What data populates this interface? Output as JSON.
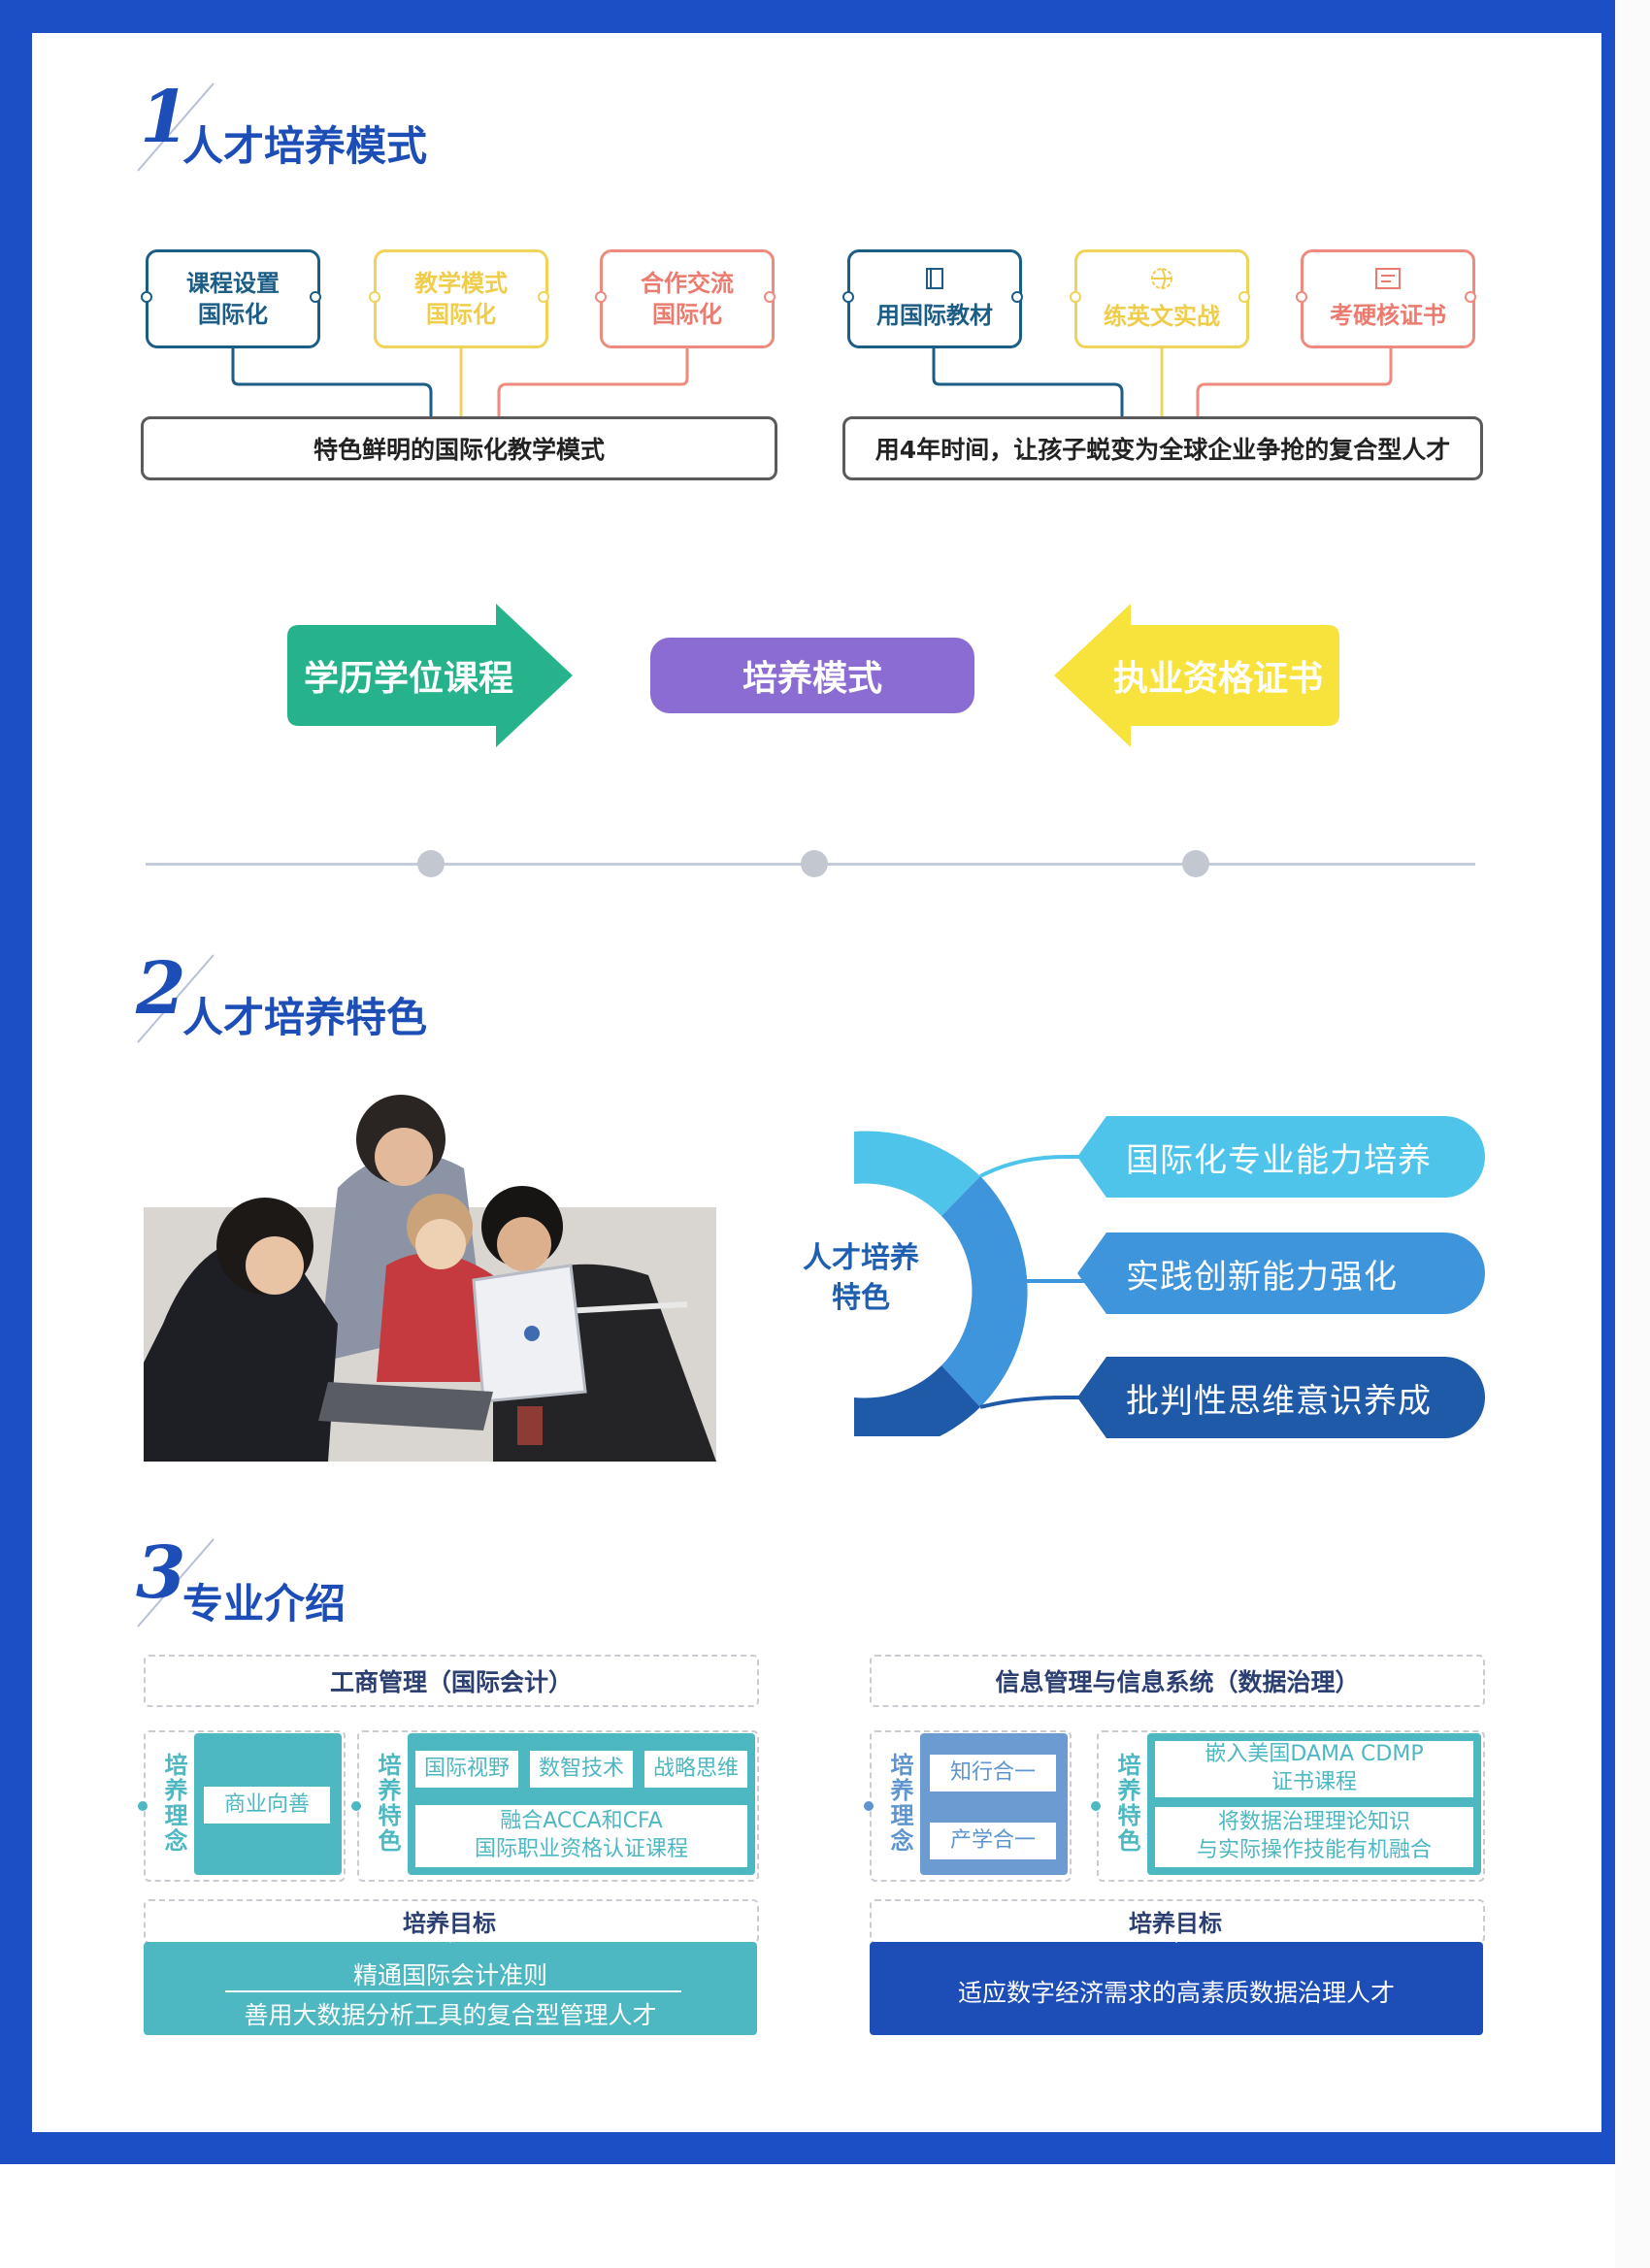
{
  "sections": [
    {
      "number": "1",
      "title": "人才培养模式"
    },
    {
      "number": "2",
      "title": "人才培养特色"
    },
    {
      "number": "3",
      "title": "专业介绍"
    }
  ],
  "model": {
    "left_boxes": [
      {
        "text": "课程设置\n国际化",
        "color": "#1c5d86"
      },
      {
        "text": "教学模式\n国际化",
        "color": "#f0d45a"
      },
      {
        "text": "合作交流\n国际化",
        "color": "#ef8a7e"
      }
    ],
    "right_boxes": [
      {
        "text": "用国际教材",
        "icon": "book-icon",
        "color": "#1c5d86"
      },
      {
        "text": "练英文实战",
        "icon": "globe-icon",
        "color": "#f0d45a"
      },
      {
        "text": "考硬核证书",
        "icon": "certificate-icon",
        "color": "#ef8a7e"
      }
    ],
    "left_summary": "特色鲜明的国际化教学模式",
    "right_summary": "用4年时间，让孩子蜕变为全球企业争抢的复合型人才",
    "arrows": {
      "left": "学历学位课程",
      "center": "培养模式",
      "right": "执业资格证书"
    },
    "colors": {
      "green": "#26b38b",
      "purple": "#8a6cd2",
      "yellow": "#f8e23c"
    }
  },
  "features": {
    "center_label": "人才培养\n特色",
    "items": [
      "国际化专业能力培养",
      "实践创新能力强化",
      "批判性思维意识养成"
    ],
    "colors": [
      "#4fc4ea",
      "#3f95dc",
      "#1e5aa8"
    ]
  },
  "programs": [
    {
      "name": "工商管理（国际会计）",
      "philosophy_label": "培养理念",
      "philosophy": [
        "商业向善"
      ],
      "traits_label": "培养特色",
      "traits_top": [
        "国际视野",
        "数智技术",
        "战略思维"
      ],
      "traits_bottom": "融合ACCA和CFA\n国际职业资格认证课程",
      "goal_label": "培养目标",
      "goal": [
        "精通国际会计准则",
        "善用大数据分析工具的复合型管理人才"
      ],
      "color": "#4db8c2"
    },
    {
      "name": "信息管理与信息系统（数据治理）",
      "philosophy_label": "培养理念",
      "philosophy": [
        "知行合一",
        "产学合一"
      ],
      "traits_label": "培养特色",
      "traits": [
        "嵌入美国DAMA CDMP\n证书课程",
        "将数据治理理论知识\n与实际操作技能有机融合"
      ],
      "goal_label": "培养目标",
      "goal": [
        "适应数字经济需求的高素质数据治理人才"
      ],
      "color": "#2e6fc0"
    }
  ]
}
